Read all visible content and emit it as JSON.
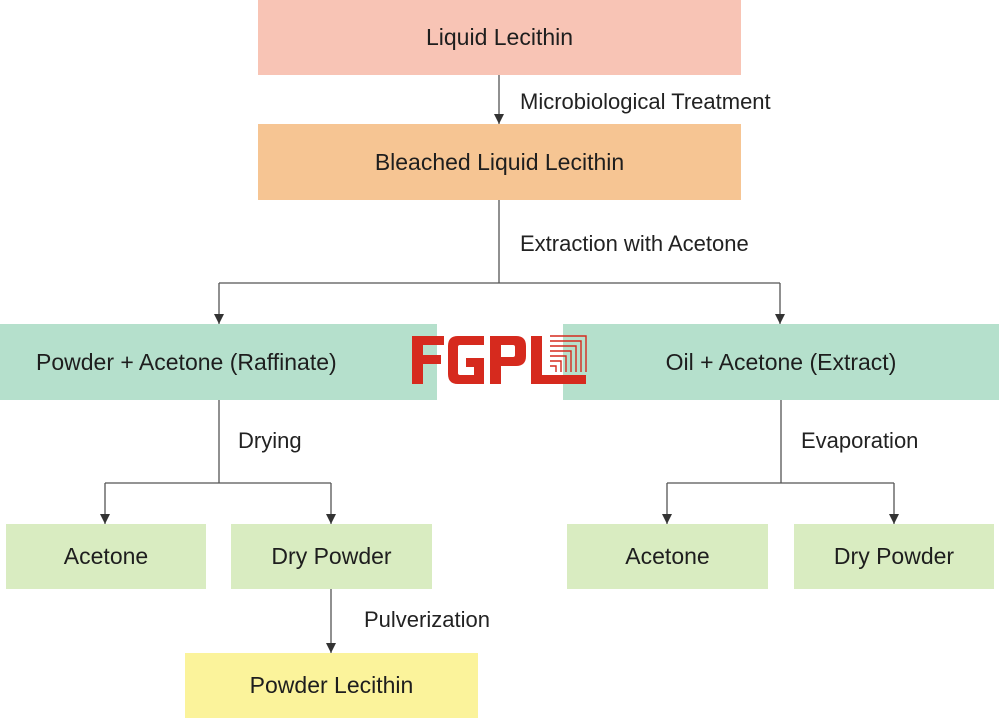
{
  "colors": {
    "liquid_lecithin": "#f8c4b5",
    "bleached": "#f6c593",
    "mid": "#b5e0cc",
    "leaf": "#d9ecc1",
    "final": "#fbf39b",
    "line": "#555555",
    "logo_red": "#d62a1e"
  },
  "nodes": {
    "liquid_lecithin": "Liquid Lecithin",
    "bleached_liquid_lecithin": "Bleached Liquid Lecithin",
    "raffinate": "Powder + Acetone (Raffinate)",
    "extract": "Oil + Acetone (Extract)",
    "left_acetone": "Acetone",
    "left_dry_powder": "Dry Powder",
    "right_acetone": "Acetone",
    "right_dry_powder": "Dry Powder",
    "powder_lecithin": "Powder Lecithin"
  },
  "edges": {
    "microbiological_treatment": "Microbiological Treatment",
    "extraction_with_acetone": "Extraction with Acetone",
    "drying": "Drying",
    "evaporation": "Evaporation",
    "pulverization": "Pulverization"
  },
  "logo": {
    "text": "FGPL",
    "icon": "fgpl-logo"
  }
}
